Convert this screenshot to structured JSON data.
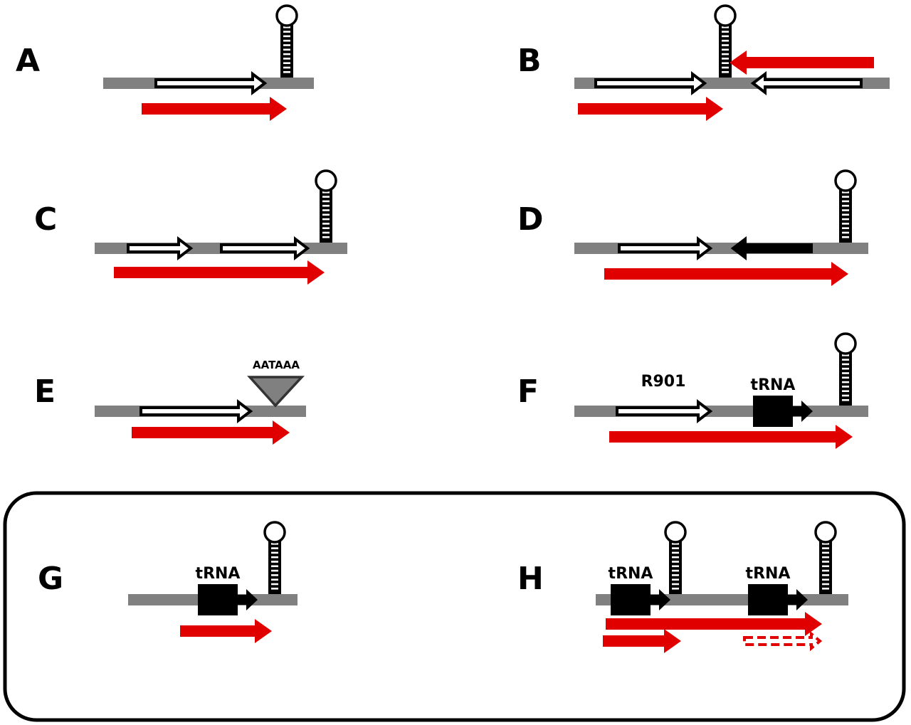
{
  "colors": {
    "backbone": "#808080",
    "transcript": "#e00000",
    "gene_outline": "#000000",
    "gene_fill": "#ffffff",
    "trna": "#000000",
    "polya_fill": "#808080",
    "box_outline": "#000000"
  },
  "panels": [
    {
      "id": "A",
      "letter": "A",
      "features": [
        {
          "type": "gene",
          "strand": "+"
        },
        {
          "type": "terminator-hairpin"
        }
      ],
      "transcripts": [
        {
          "strand": "+",
          "style": "solid"
        }
      ]
    },
    {
      "id": "B",
      "letter": "B",
      "features": [
        {
          "type": "gene",
          "strand": "+"
        },
        {
          "type": "terminator-hairpin"
        },
        {
          "type": "gene",
          "strand": "-"
        }
      ],
      "transcripts": [
        {
          "strand": "-",
          "style": "solid"
        },
        {
          "strand": "+",
          "style": "solid"
        }
      ]
    },
    {
      "id": "C",
      "letter": "C",
      "features": [
        {
          "type": "gene",
          "strand": "+"
        },
        {
          "type": "gene",
          "strand": "+"
        },
        {
          "type": "terminator-hairpin"
        }
      ],
      "transcripts": [
        {
          "strand": "+",
          "style": "solid"
        }
      ]
    },
    {
      "id": "D",
      "letter": "D",
      "features": [
        {
          "type": "gene",
          "strand": "+"
        },
        {
          "type": "gene-filled",
          "strand": "-"
        },
        {
          "type": "terminator-hairpin"
        }
      ],
      "transcripts": [
        {
          "strand": "+",
          "style": "solid"
        }
      ]
    },
    {
      "id": "E",
      "letter": "E",
      "features": [
        {
          "type": "gene",
          "strand": "+"
        },
        {
          "type": "polya-signal",
          "label": "AATAAA"
        }
      ],
      "transcripts": [
        {
          "strand": "+",
          "style": "solid"
        }
      ]
    },
    {
      "id": "F",
      "letter": "F",
      "features": [
        {
          "type": "gene",
          "strand": "+",
          "label": "R901"
        },
        {
          "type": "trna",
          "label": "tRNA"
        },
        {
          "type": "terminator-hairpin"
        }
      ],
      "transcripts": [
        {
          "strand": "+",
          "style": "solid"
        }
      ]
    },
    {
      "id": "G",
      "letter": "G",
      "features": [
        {
          "type": "trna",
          "label": "tRNA"
        },
        {
          "type": "terminator-hairpin"
        }
      ],
      "transcripts": [
        {
          "strand": "+",
          "style": "solid"
        }
      ]
    },
    {
      "id": "H",
      "letter": "H",
      "features": [
        {
          "type": "trna",
          "label": "tRNA"
        },
        {
          "type": "terminator-hairpin"
        },
        {
          "type": "trna",
          "label": "tRNA"
        },
        {
          "type": "terminator-hairpin"
        }
      ],
      "transcripts": [
        {
          "strand": "+",
          "style": "solid"
        },
        {
          "strand": "+",
          "style": "solid"
        },
        {
          "strand": "+",
          "style": "dashed"
        }
      ]
    }
  ]
}
